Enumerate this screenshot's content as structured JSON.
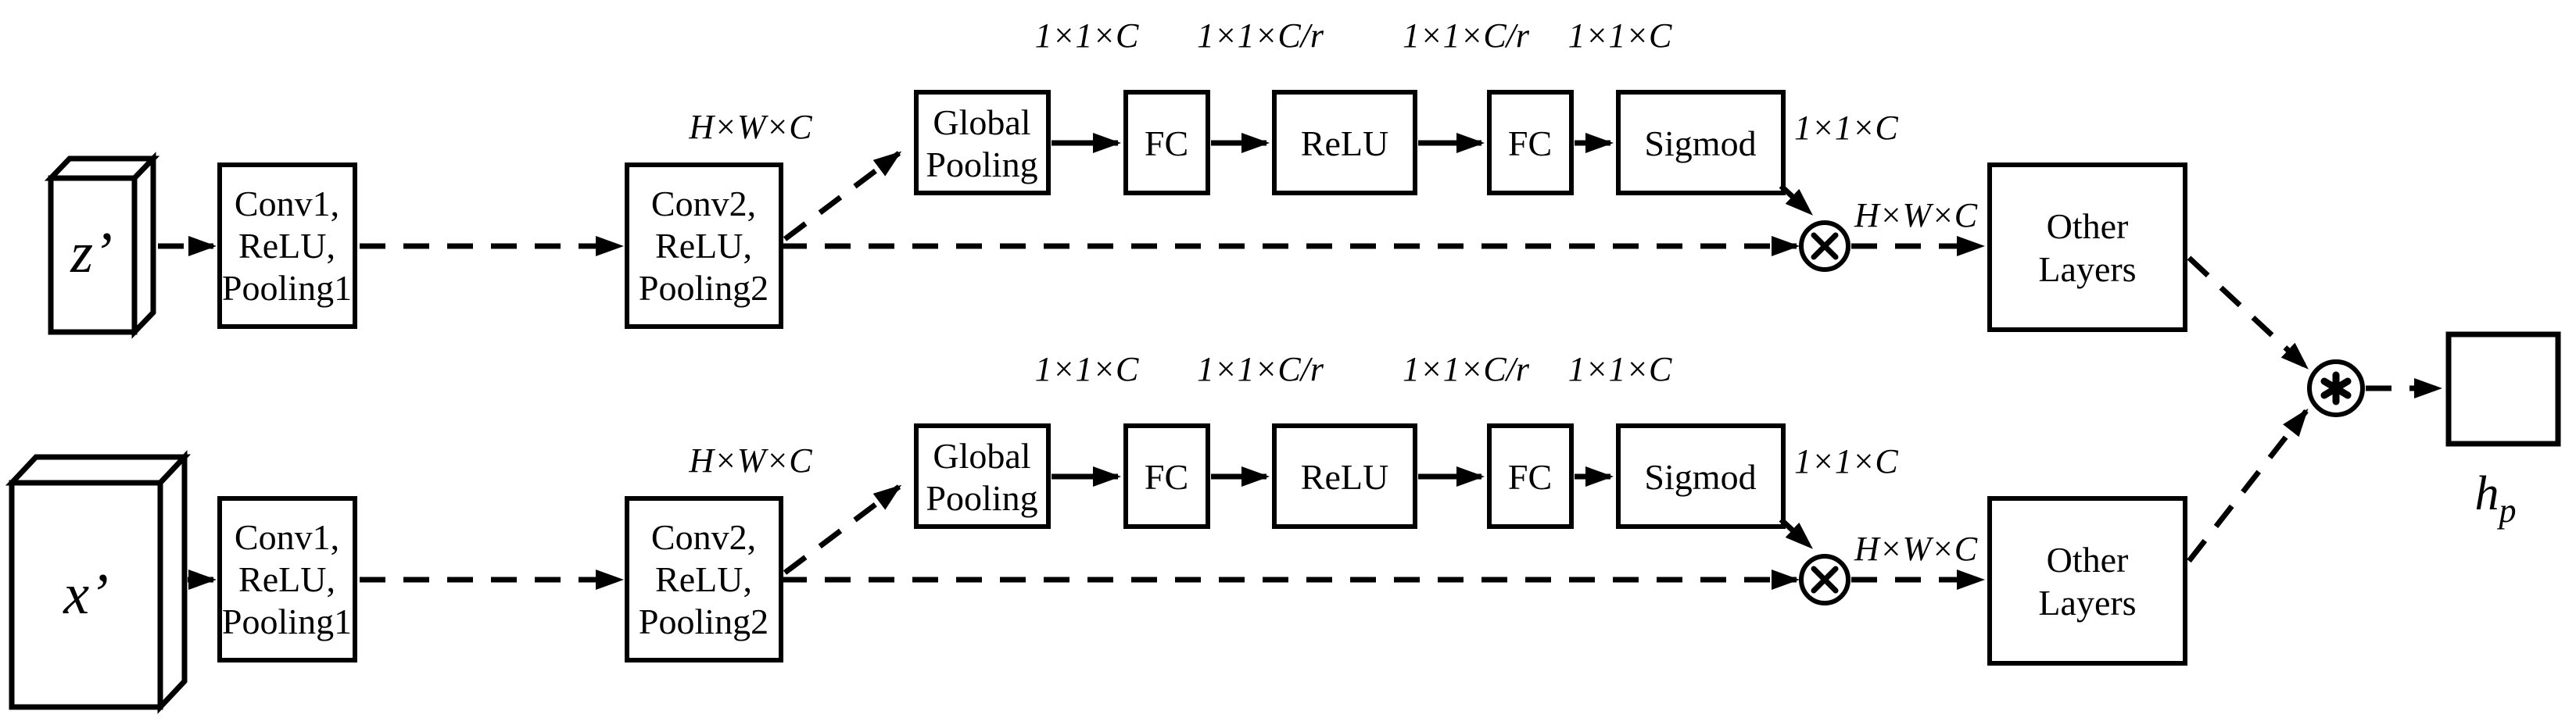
{
  "colors": {
    "ink": "#000000",
    "background": "#ffffff"
  },
  "branches": [
    {
      "id": "top",
      "input_label": "z’",
      "conv1_lines": [
        "Conv1,",
        "ReLU,",
        "Pooling1"
      ],
      "conv2_lines": [
        "Conv2,",
        "ReLU,",
        "Pooling2"
      ],
      "feature_dim_label": "H×W×C",
      "se_dim_labels": [
        "1×1×C",
        "1×1×C/r",
        "1×1×C/r",
        "1×1×C"
      ],
      "global_pooling_lines": [
        "Global",
        "Pooling"
      ],
      "fc1_label": "FC",
      "relu_label": "ReLU",
      "fc2_label": "FC",
      "sigmoid_label": "Sigmod",
      "sigmoid_out_dim_label": "1×1×C",
      "multiply_dim_label": "H×W×C",
      "multiply_icon": "circled-times",
      "other_layers_lines": [
        "Other",
        "Layers"
      ]
    },
    {
      "id": "bottom",
      "input_label": "x’",
      "conv1_lines": [
        "Conv1,",
        "ReLU,",
        "Pooling1"
      ],
      "conv2_lines": [
        "Conv2,",
        "ReLU,",
        "Pooling2"
      ],
      "feature_dim_label": "H×W×C",
      "se_dim_labels": [
        "1×1×C",
        "1×1×C/r",
        "1×1×C/r",
        "1×1×C"
      ],
      "global_pooling_lines": [
        "Global",
        "Pooling"
      ],
      "fc1_label": "FC",
      "relu_label": "ReLU",
      "fc2_label": "FC",
      "sigmoid_label": "Sigmod",
      "sigmoid_out_dim_label": "1×1×C",
      "multiply_dim_label": "H×W×C",
      "multiply_icon": "circled-times",
      "other_layers_lines": [
        "Other",
        "Layers"
      ]
    }
  ],
  "fusion": {
    "fusion_icon": "circled-asterisk",
    "output_label_main": "h",
    "output_label_sub": "p"
  }
}
